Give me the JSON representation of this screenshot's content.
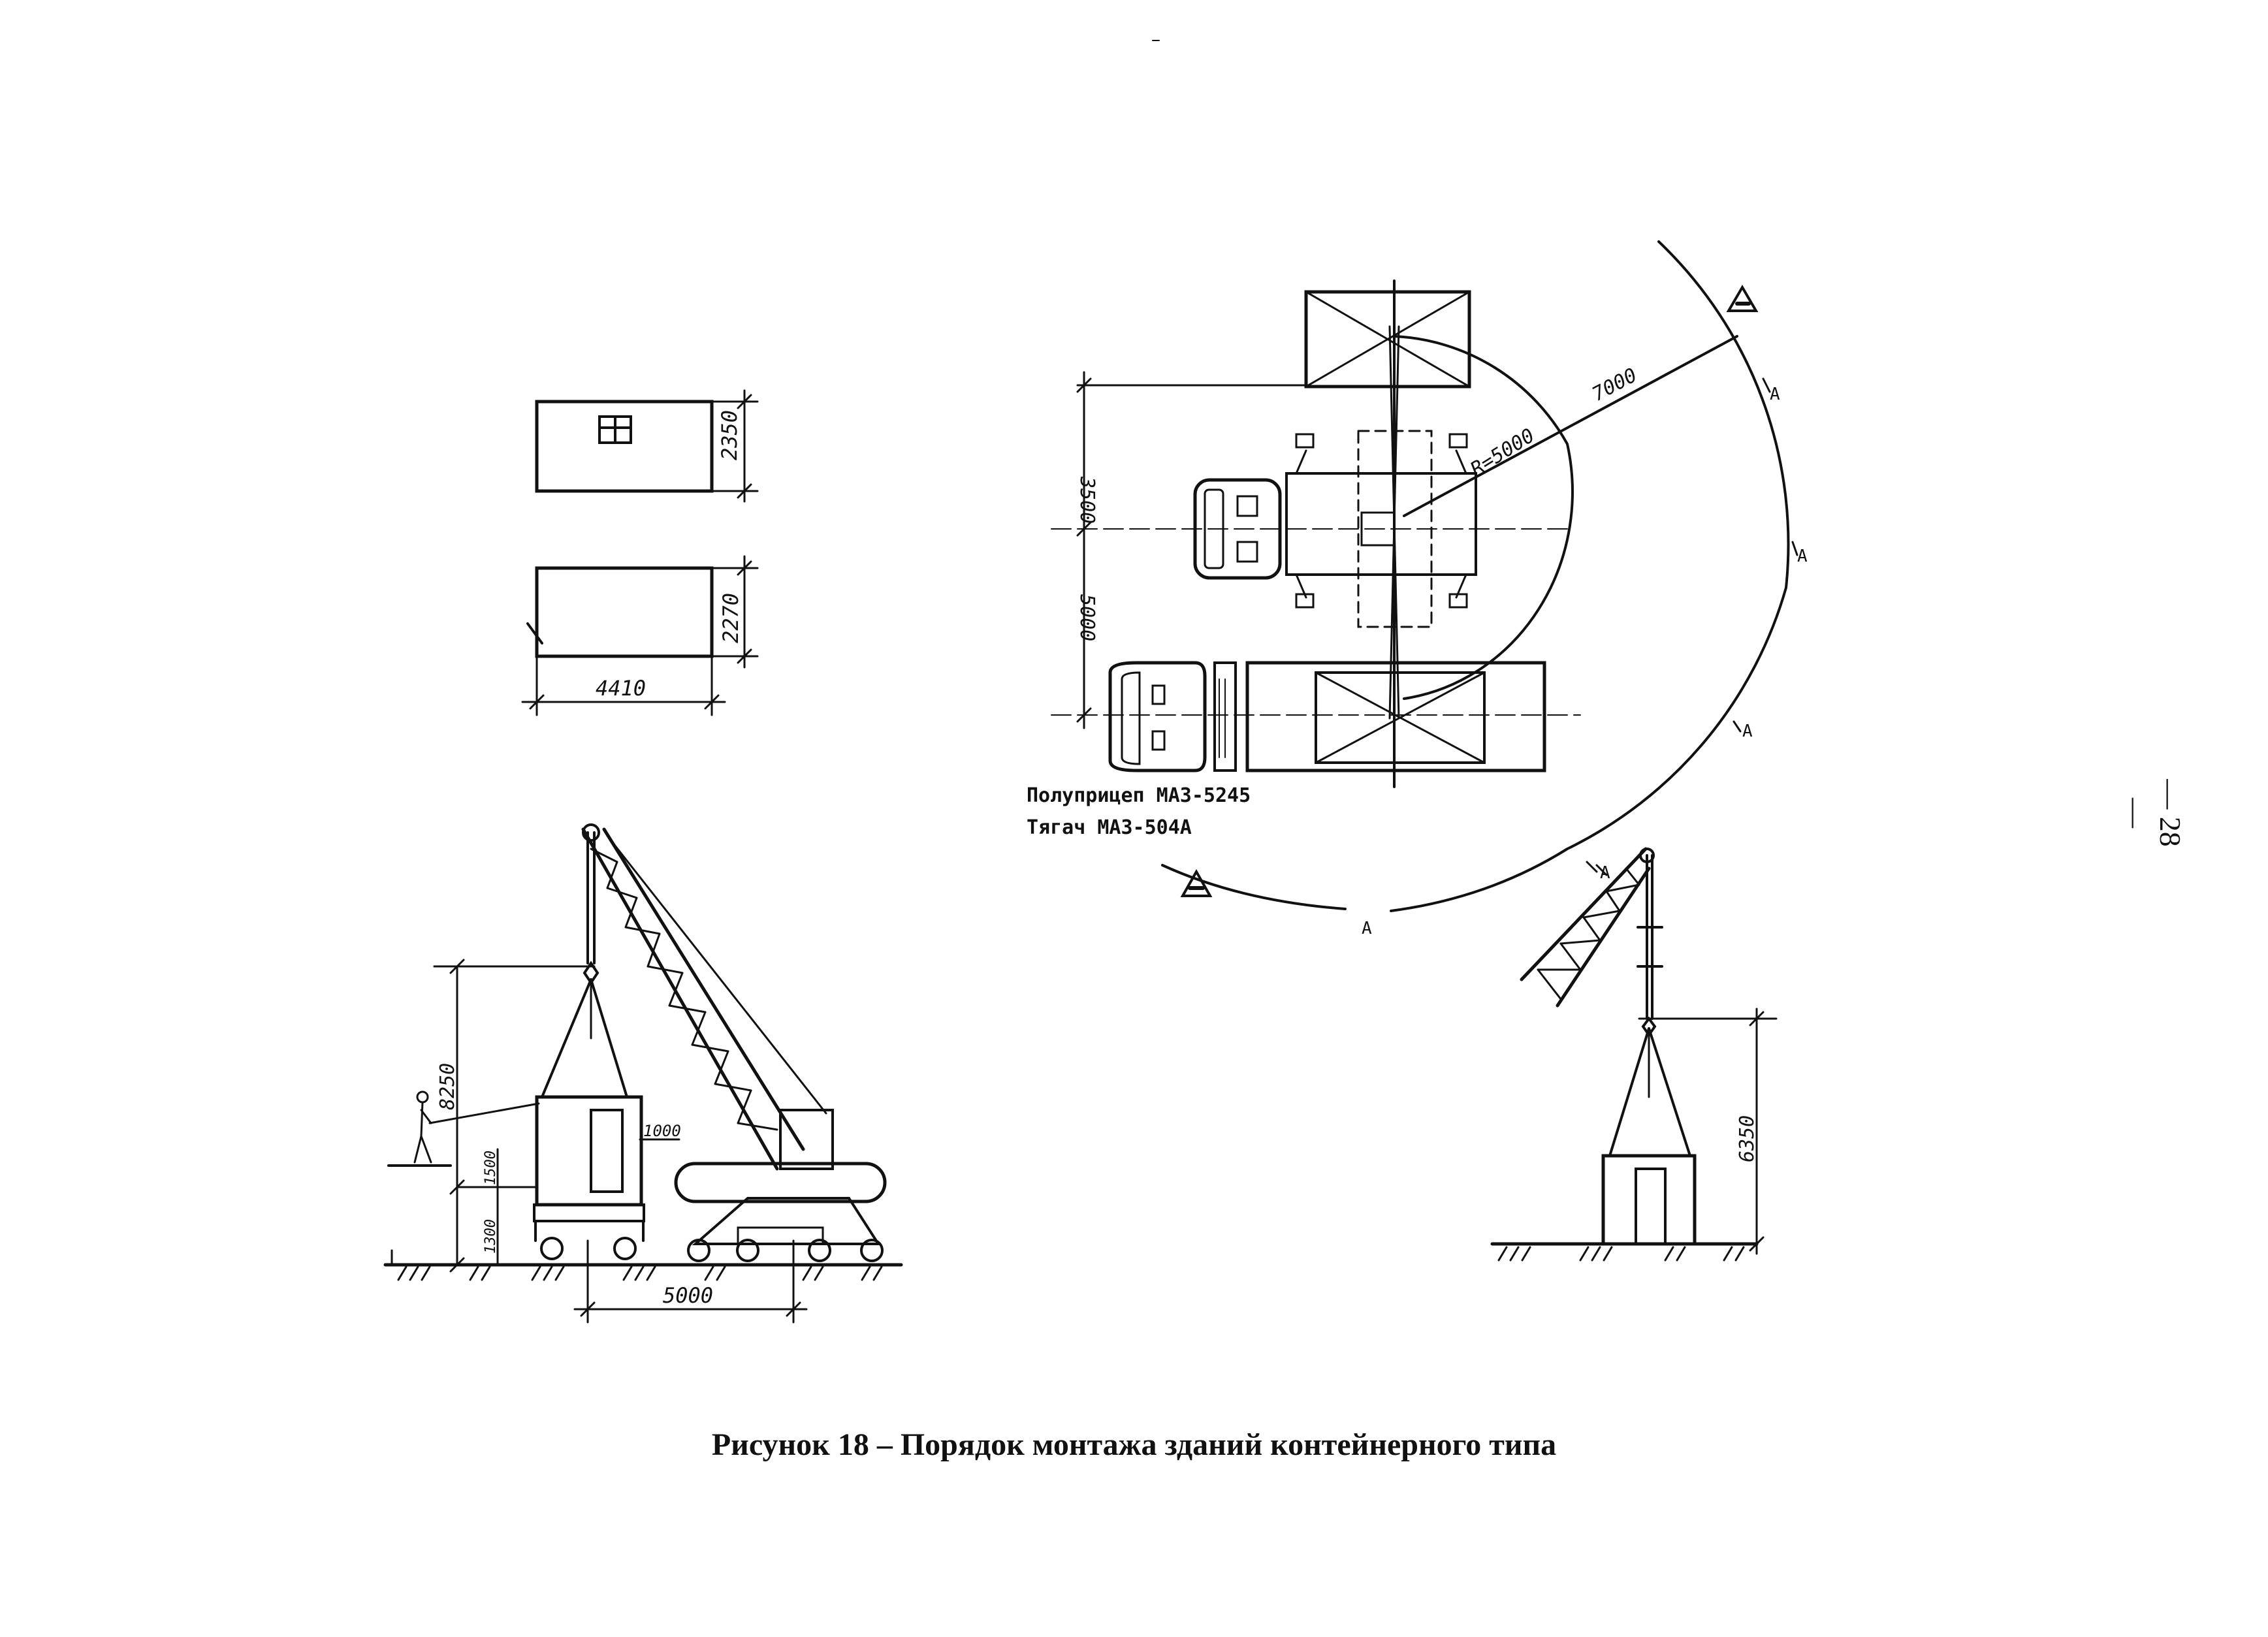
{
  "figure": {
    "caption": "Рисунок 18 – Порядок монтажа зданий контейнерного типа",
    "page_number": "— 28 —"
  },
  "container_views": {
    "height_top": "2350",
    "height_side": "2270",
    "length": "4410"
  },
  "plan_view": {
    "dim_upper": "3500",
    "dim_lower": "5000",
    "radius_inner": "R=5000",
    "radius_outer": "7000",
    "label_trailer": "Полуприцеп МАЗ-5245",
    "label_tractor": "Тягач МАЗ-504А",
    "sector_marker": "A"
  },
  "side_view": {
    "lift_height": "8250",
    "offset_upper": "1000",
    "offset_mid": "1500",
    "offset_low": "1300",
    "reach": "5000"
  },
  "placement_view": {
    "lift_height": "6350"
  }
}
